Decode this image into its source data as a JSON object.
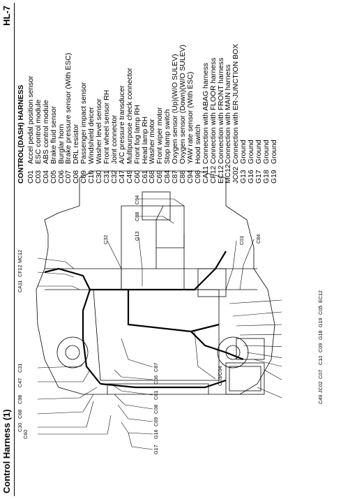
{
  "header": {
    "title": "Control Harness (1)",
    "code": "HL-7"
  },
  "legend": {
    "title": "CONTROL(DASH) HARNESS",
    "items": [
      {
        "code": "C01",
        "desc": "Accel pedal position sensor"
      },
      {
        "code": "C03",
        "desc": "ESC control module"
      },
      {
        "code": "C04",
        "desc": "ABS control module"
      },
      {
        "code": "C05",
        "desc": "Brake fluid sensor"
      },
      {
        "code": "C06",
        "desc": "Burglar horn"
      },
      {
        "code": "C07",
        "desc": "Brake pressure sensor (With ESC)"
      },
      {
        "code": "C08",
        "desc": "DRL resistor"
      },
      {
        "code": "C09",
        "desc": "Passenger impact sensor"
      },
      {
        "code": "C10",
        "desc": "Windshield deicer"
      },
      {
        "code": "C30",
        "desc": "Washer level sensor"
      },
      {
        "code": "C31",
        "desc": "Front wheel sensor RH"
      },
      {
        "code": "C32",
        "desc": "Joint connector"
      },
      {
        "code": "C47",
        "desc": "A/C pressure transducer"
      },
      {
        "code": "C49",
        "desc": "Multipurpose check connector"
      },
      {
        "code": "C60",
        "desc": "Front fog lamp RH"
      },
      {
        "code": "C61",
        "desc": "Head lamp RH"
      },
      {
        "code": "C68",
        "desc": "Washer motor"
      },
      {
        "code": "C69",
        "desc": "Front wiper motor"
      },
      {
        "code": "C84",
        "desc": "Stop lamp switch"
      },
      {
        "code": "C87",
        "desc": "Oxygen sensor (Up)(W/O SULEV)"
      },
      {
        "code": "C88",
        "desc": "Oxygen sensor (Down)(W/O SULEV)"
      },
      {
        "code": "C94",
        "desc": "YAW rate sensor (With ESC)"
      },
      {
        "code": "C98",
        "desc": "Hood switch"
      },
      {
        "code": "CA11",
        "desc": "Connection with ABAG harness"
      },
      {
        "code": "CF12",
        "desc": "Connection with FLOOR harness"
      },
      {
        "code": "EC12",
        "desc": "Connection with FRONT harness"
      },
      {
        "code": "MC12",
        "desc": "Connection with MAIN harness"
      },
      {
        "code": "JC02",
        "desc": "Connection with ER-JUNCTION BOX"
      },
      {
        "code": "G13",
        "desc": "Ground"
      },
      {
        "code": "G16",
        "desc": "Ground"
      },
      {
        "code": "G17",
        "desc": "Ground"
      },
      {
        "code": "G18",
        "desc": "Ground"
      },
      {
        "code": "G19",
        "desc": "Ground"
      }
    ]
  },
  "diagram": {
    "labels": {
      "C60": "C60",
      "C30": "C30",
      "C68": "C68",
      "C98": "C98",
      "C47": "C47",
      "C31": "C31",
      "CA11": "CA11",
      "CF12": "CF12",
      "MC12": "MC12",
      "C32": "C32",
      "G13": "G13",
      "C88": "C88",
      "C94": "C94",
      "G17": "G17",
      "G16": "G16",
      "C69": "C69",
      "C08": "C08",
      "C61": "C61",
      "C06": "C06",
      "C87": "C87",
      "C03C04": "C03/C04",
      "C01": "C01",
      "C84": "C84",
      "C49": "C49",
      "JC02": "JC02",
      "C07": "C07",
      "C10": "C10",
      "C09": "C09",
      "G18": "G18",
      "G19": "G19",
      "C05": "C05",
      "EC12": "EC12"
    }
  }
}
